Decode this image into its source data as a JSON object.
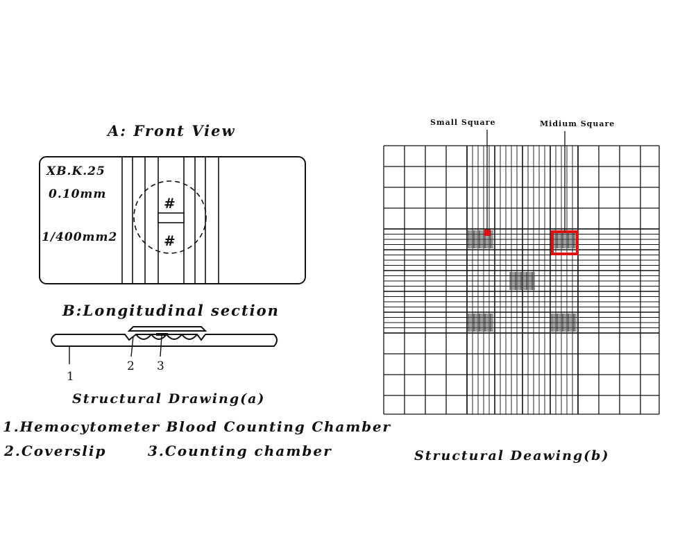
{
  "front_view": {
    "title": "A: Front View",
    "label_code": "XB.K.25",
    "label_depth": "0.10mm",
    "label_area": "1/400mm2",
    "grid_mark": "#"
  },
  "longitudinal": {
    "title": "B:Longitudinal section",
    "marker_1": "1",
    "marker_2": "2",
    "marker_3": "3"
  },
  "caption_a": "Structural Drawing(a)",
  "legend": {
    "item_1": "1.Hemocytometer Blood Counting Chamber",
    "item_2": "2.Coverslip",
    "item_3": "3.Counting chamber"
  },
  "grid": {
    "small_square_label": "Small Square",
    "medium_square_label": "Midium Square",
    "caption": "Structural Deawing(b)",
    "highlight_color": "#e01010"
  }
}
